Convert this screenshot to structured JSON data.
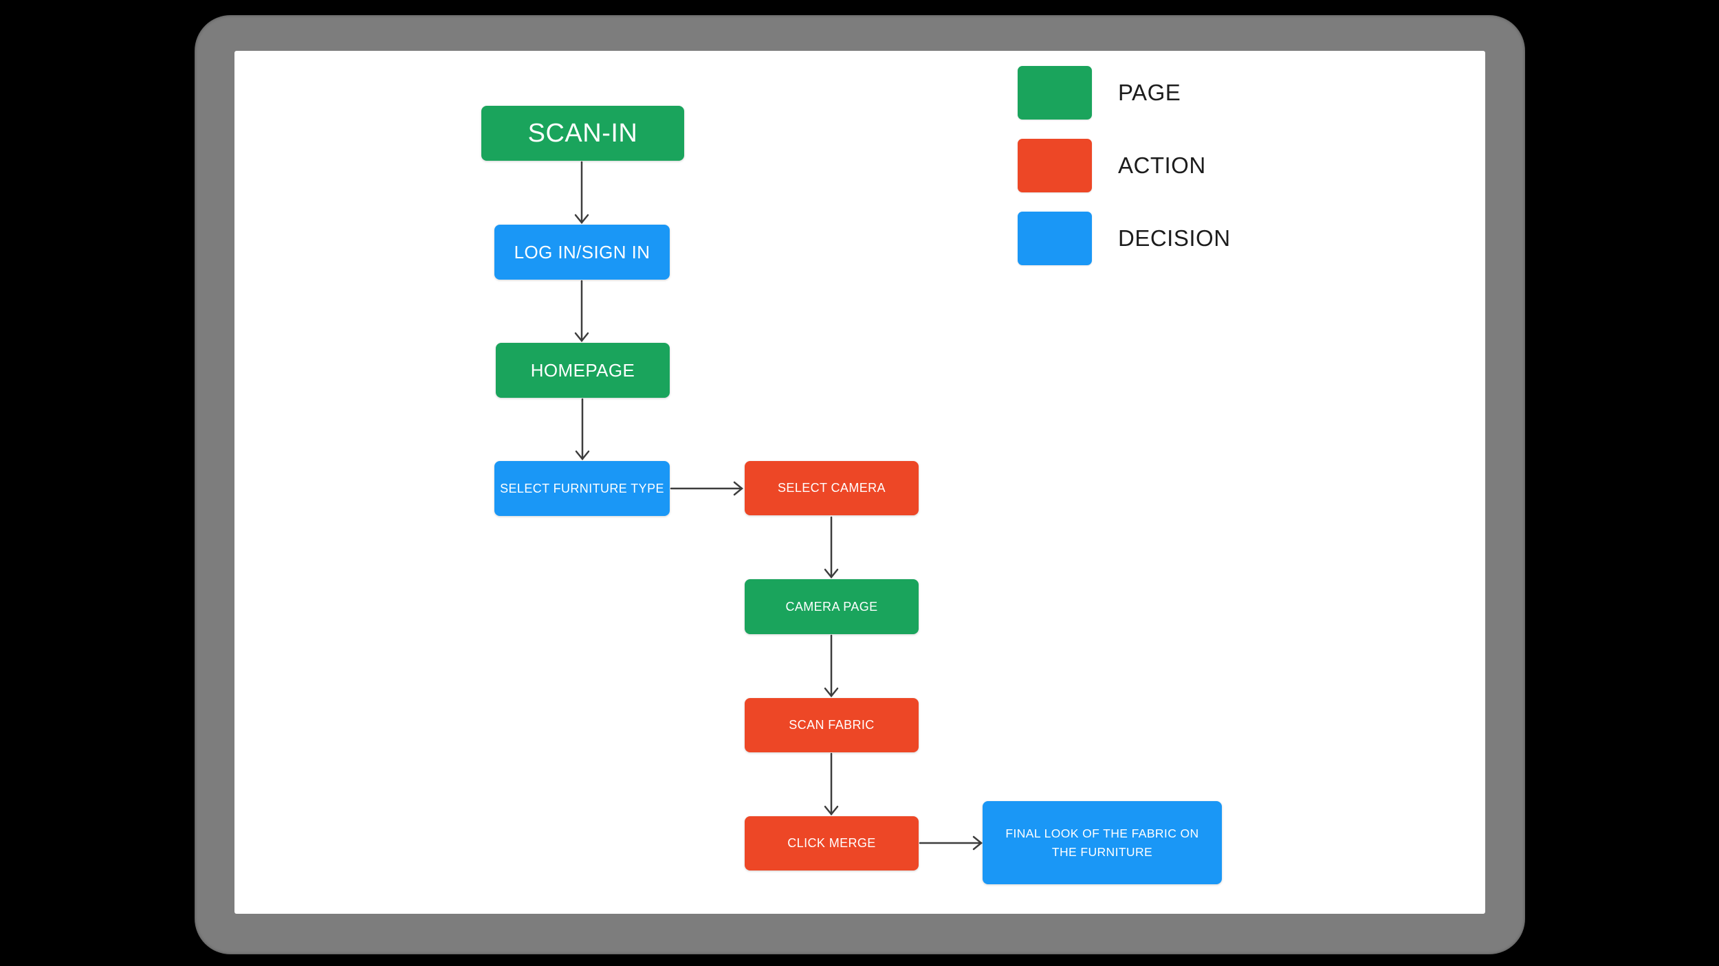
{
  "canvas": {
    "background": "#000000"
  },
  "device": {
    "frame_color": "#7d7d7d",
    "screen_color": "#ffffff"
  },
  "colors": {
    "page": "#1aa45c",
    "action": "#ed4726",
    "decision": "#1a97f6",
    "arrow": "#3d3d3d",
    "node_text": "#ffffff",
    "legend_text": "#1c1c1c"
  },
  "legend": {
    "items": [
      {
        "label": "PAGE",
        "type": "page",
        "color": "#1aa45c"
      },
      {
        "label": "ACTION",
        "type": "action",
        "color": "#ed4726"
      },
      {
        "label": "DECISION",
        "type": "decision",
        "color": "#1a97f6"
      }
    ]
  },
  "flowchart": {
    "nodes": [
      {
        "id": "scan-in",
        "label": "SCAN-IN",
        "type": "page",
        "color": "#1aa45c"
      },
      {
        "id": "log-in-sign-in",
        "label": "LOG IN/SIGN IN",
        "type": "decision",
        "color": "#1a97f6"
      },
      {
        "id": "homepage",
        "label": "HOMEPAGE",
        "type": "page",
        "color": "#1aa45c"
      },
      {
        "id": "select-furniture-type",
        "label": "SELECT FURNITURE TYPE",
        "type": "decision",
        "color": "#1a97f6"
      },
      {
        "id": "select-camera",
        "label": "SELECT CAMERA",
        "type": "action",
        "color": "#ed4726"
      },
      {
        "id": "camera-page",
        "label": "CAMERA PAGE",
        "type": "page",
        "color": "#1aa45c"
      },
      {
        "id": "scan-fabric",
        "label": "SCAN FABRIC",
        "type": "action",
        "color": "#ed4726"
      },
      {
        "id": "click-merge",
        "label": "CLICK MERGE",
        "type": "action",
        "color": "#ed4726"
      },
      {
        "id": "final-look",
        "label": "FINAL LOOK OF THE FABRIC ON THE FURNITURE",
        "type": "decision",
        "color": "#1a97f6"
      }
    ],
    "edges": [
      {
        "from": "scan-in",
        "to": "log-in-sign-in",
        "direction": "down"
      },
      {
        "from": "log-in-sign-in",
        "to": "homepage",
        "direction": "down"
      },
      {
        "from": "homepage",
        "to": "select-furniture-type",
        "direction": "down"
      },
      {
        "from": "select-furniture-type",
        "to": "select-camera",
        "direction": "right"
      },
      {
        "from": "select-camera",
        "to": "camera-page",
        "direction": "down"
      },
      {
        "from": "camera-page",
        "to": "scan-fabric",
        "direction": "down"
      },
      {
        "from": "scan-fabric",
        "to": "click-merge",
        "direction": "down"
      },
      {
        "from": "click-merge",
        "to": "final-look",
        "direction": "right"
      }
    ]
  }
}
